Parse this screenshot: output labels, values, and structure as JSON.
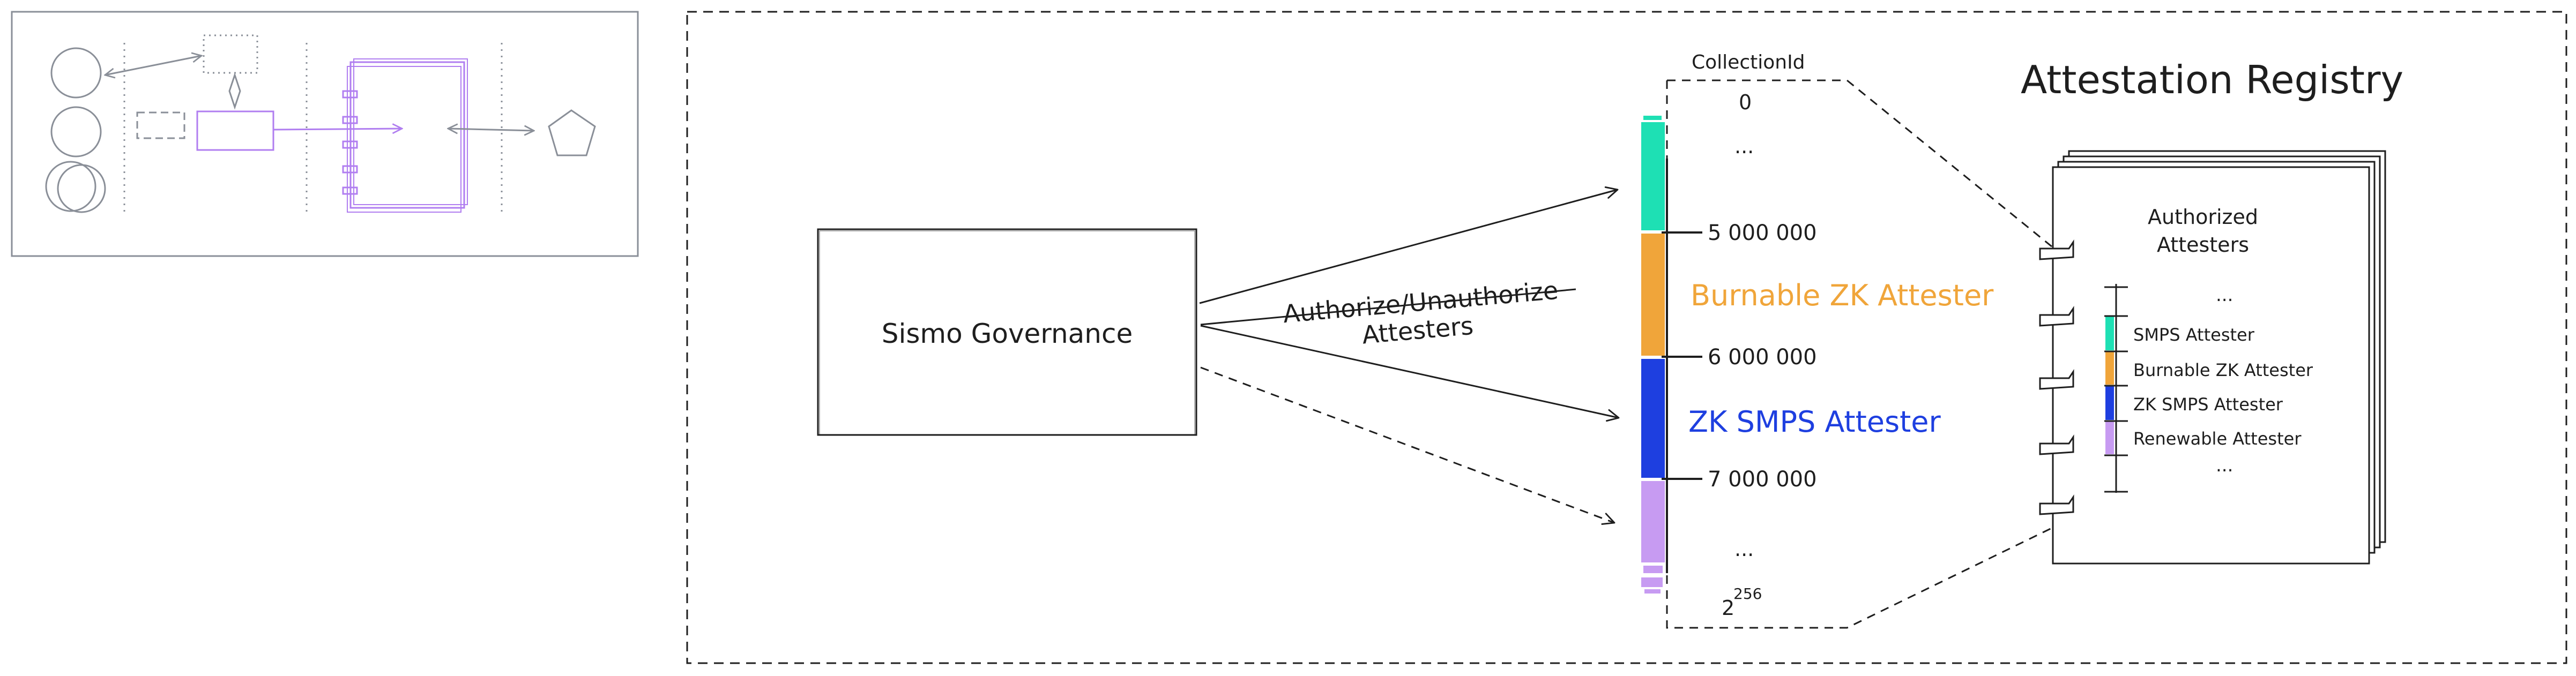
{
  "title": "Attestation Registry",
  "governance": {
    "label": "Sismo Governance",
    "arrow_label_line1": "Authorize/Unauthorize",
    "arrow_label_line2": "Attesters"
  },
  "collection": {
    "header": "CollectionId",
    "ticks": {
      "zero": "0",
      "ellipsis_top": "...",
      "five_million": "5 000 000",
      "six_million": "6 000 000",
      "seven_million": "7 000 000",
      "ellipsis_bottom": "...",
      "max_base": "2",
      "max_exponent": "256"
    },
    "ranges": {
      "burnable": "Burnable ZK Attester",
      "zk_smps": "ZK SMPS Attester"
    }
  },
  "registry_book": {
    "heading_line1": "Authorized",
    "heading_line2": "Attesters",
    "ellipsis_top": "...",
    "items": [
      "SMPS Attester",
      "Burnable ZK Attester",
      "ZK SMPS Attester",
      "Renewable Attester"
    ],
    "ellipsis_bottom": "..."
  },
  "colors": {
    "smps": "#1ee0b4",
    "burnable": "#f0a53a",
    "zk_smps": "#1e3fe0",
    "renewable": "#c79bf2",
    "thumbnail_accent": "#b07ef0",
    "ink": "#1e1e1e",
    "thumbnail_gray": "#8a8f98"
  },
  "icons": {
    "thumbnail": "minimap-thumbnail",
    "book_rings": "binder-ring-icon"
  }
}
